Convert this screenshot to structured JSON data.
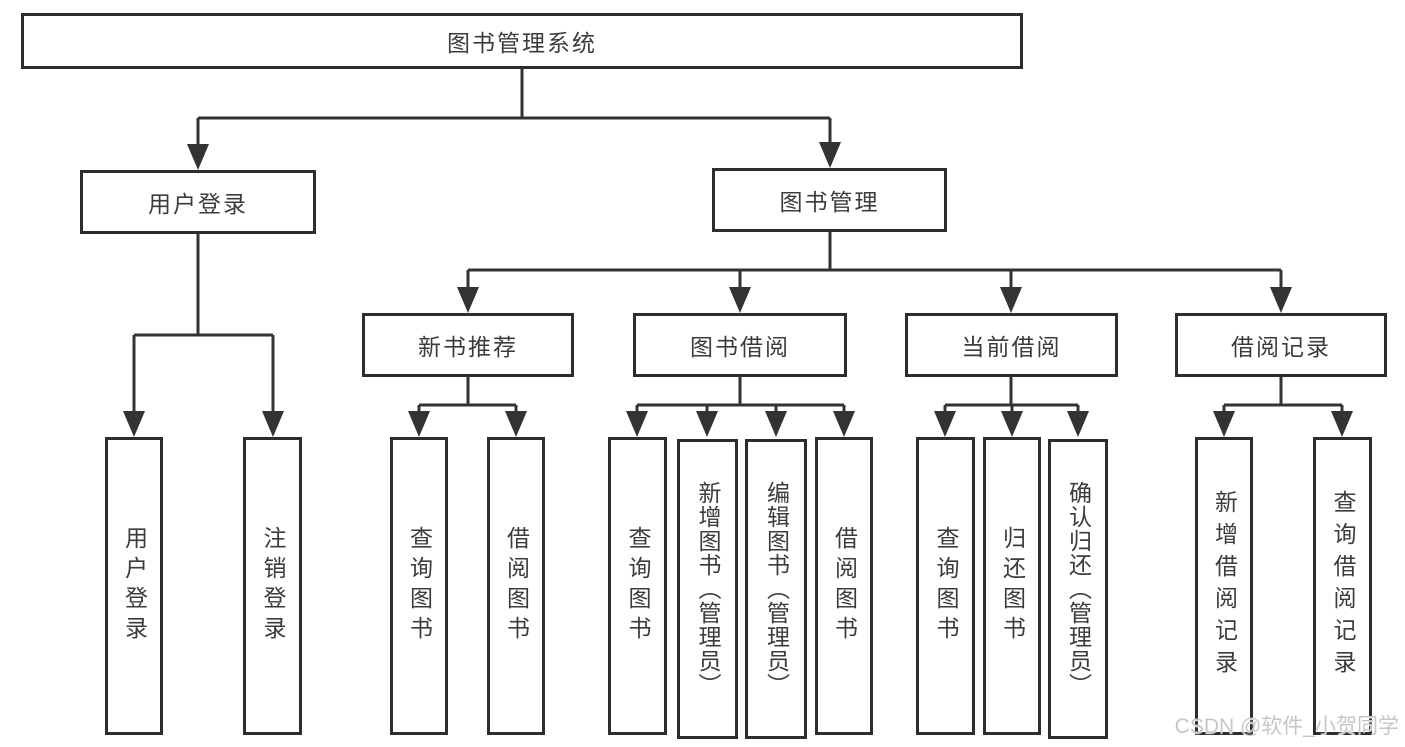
{
  "page": {
    "background": "#ffffff"
  },
  "watermark": {
    "text": "CSDN @软件_小贺同学",
    "color": "#c6c6c6"
  },
  "diagram": {
    "type": "hierarchy-tree",
    "colors": {
      "line": "#333333",
      "box_border": "#2d2d2d",
      "box_fill": "#ffffff",
      "text": "#3c3c3c"
    },
    "nodes": {
      "root": {
        "label": "图书管理系统"
      },
      "user_login": {
        "label": "用户登录"
      },
      "book_mgmt": {
        "label": "图书管理"
      },
      "new_book_rec": {
        "label": "新书推荐"
      },
      "book_borrow": {
        "label": "图书借阅"
      },
      "current_borrow": {
        "label": "当前借阅"
      },
      "borrow_record": {
        "label": "借阅记录"
      },
      "leaf_user_login": {
        "label": "用户登录"
      },
      "leaf_logout": {
        "label": "注销登录"
      },
      "leaf_rec_query_book": {
        "label": "查询图书"
      },
      "leaf_rec_borrow_book": {
        "label": "借阅图书"
      },
      "leaf_bb_query_book": {
        "label": "查询图书"
      },
      "leaf_bb_add_book": {
        "label": "新增图书（管理员）"
      },
      "leaf_bb_edit_book": {
        "label": "编辑图书（管理员）"
      },
      "leaf_bb_borrow_book": {
        "label": "借阅图书"
      },
      "leaf_cb_query_book": {
        "label": "查询图书"
      },
      "leaf_cb_return_book": {
        "label": "归还图书"
      },
      "leaf_cb_confirm_return": {
        "label": "确认归还（管理员）"
      },
      "leaf_br_add_record": {
        "label": "新增借阅记录"
      },
      "leaf_br_query_record": {
        "label": "查询借阅记录"
      }
    },
    "edges": [
      [
        "root",
        "user_login"
      ],
      [
        "root",
        "book_mgmt"
      ],
      [
        "user_login",
        "leaf_user_login"
      ],
      [
        "user_login",
        "leaf_logout"
      ],
      [
        "book_mgmt",
        "new_book_rec"
      ],
      [
        "book_mgmt",
        "book_borrow"
      ],
      [
        "book_mgmt",
        "current_borrow"
      ],
      [
        "book_mgmt",
        "borrow_record"
      ],
      [
        "new_book_rec",
        "leaf_rec_query_book"
      ],
      [
        "new_book_rec",
        "leaf_rec_borrow_book"
      ],
      [
        "book_borrow",
        "leaf_bb_query_book"
      ],
      [
        "book_borrow",
        "leaf_bb_add_book"
      ],
      [
        "book_borrow",
        "leaf_bb_edit_book"
      ],
      [
        "book_borrow",
        "leaf_bb_borrow_book"
      ],
      [
        "current_borrow",
        "leaf_cb_query_book"
      ],
      [
        "current_borrow",
        "leaf_cb_return_book"
      ],
      [
        "current_borrow",
        "leaf_cb_confirm_return"
      ],
      [
        "borrow_record",
        "leaf_br_add_record"
      ],
      [
        "borrow_record",
        "leaf_br_query_record"
      ]
    ]
  }
}
